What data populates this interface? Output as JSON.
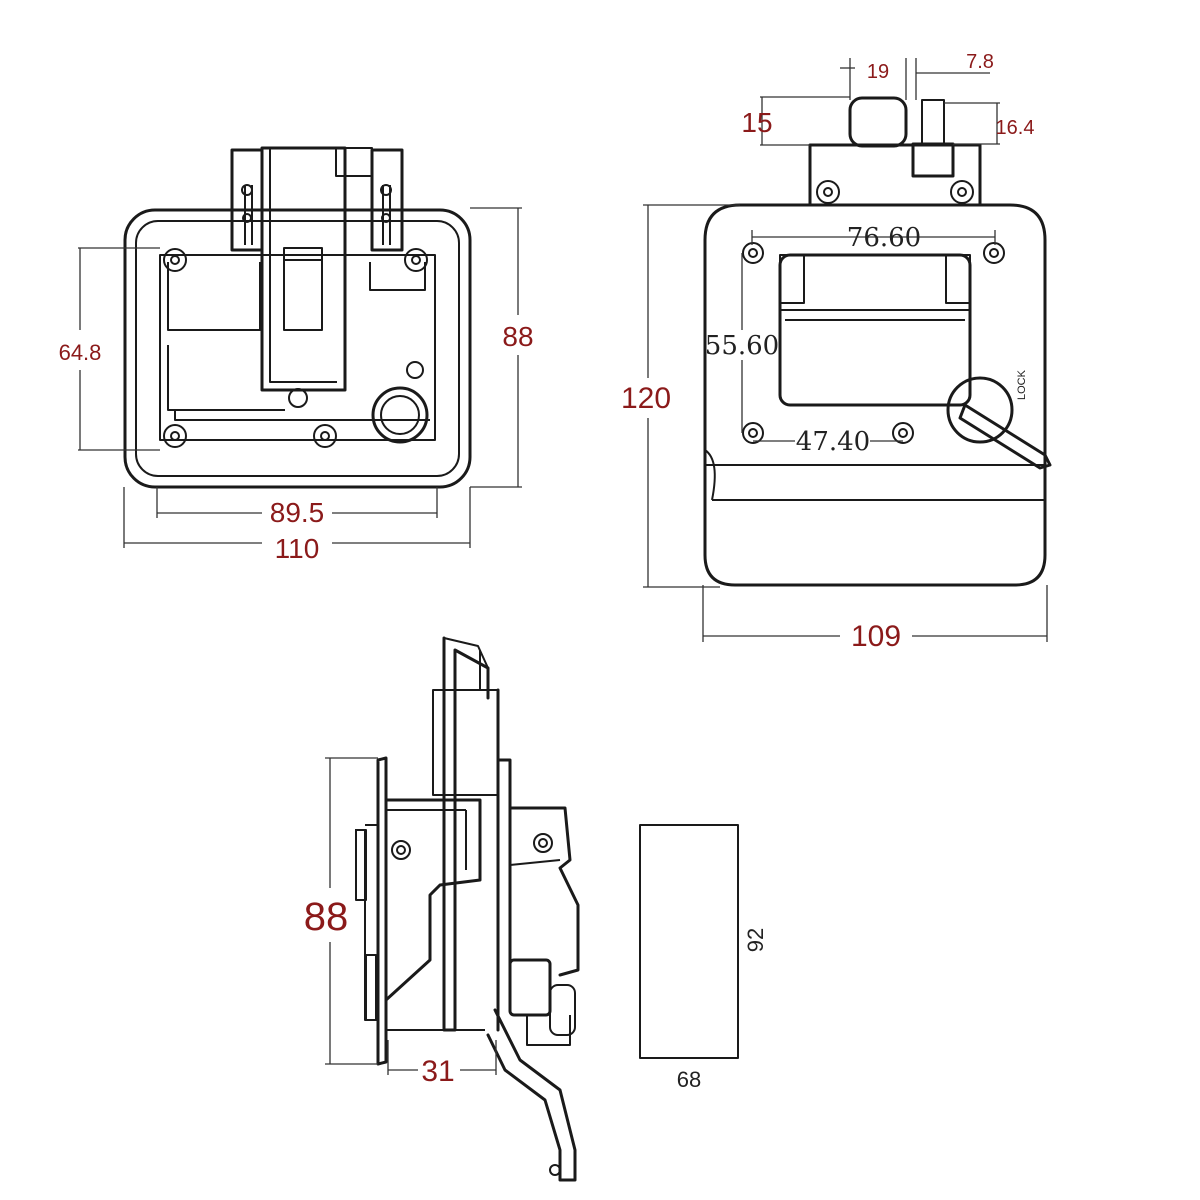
{
  "front_view": {
    "dim_height_inner": "64.8",
    "dim_height_outer": "88",
    "dim_width_inner": "89.5",
    "dim_width_outer": "110"
  },
  "back_view": {
    "dim_top_left": "19",
    "dim_top_right": "7.8",
    "dim_boss_height": "15",
    "dim_cam_height": "16.4",
    "dim_hole_width": "76.60",
    "dim_hole_height": "55.60",
    "dim_hole_width_lower": "47.40",
    "dim_height": "120",
    "dim_width": "109",
    "key_label": "LOCK"
  },
  "side_view": {
    "dim_height": "88",
    "dim_depth": "31"
  },
  "cutout": {
    "height": "92",
    "width": "68"
  }
}
